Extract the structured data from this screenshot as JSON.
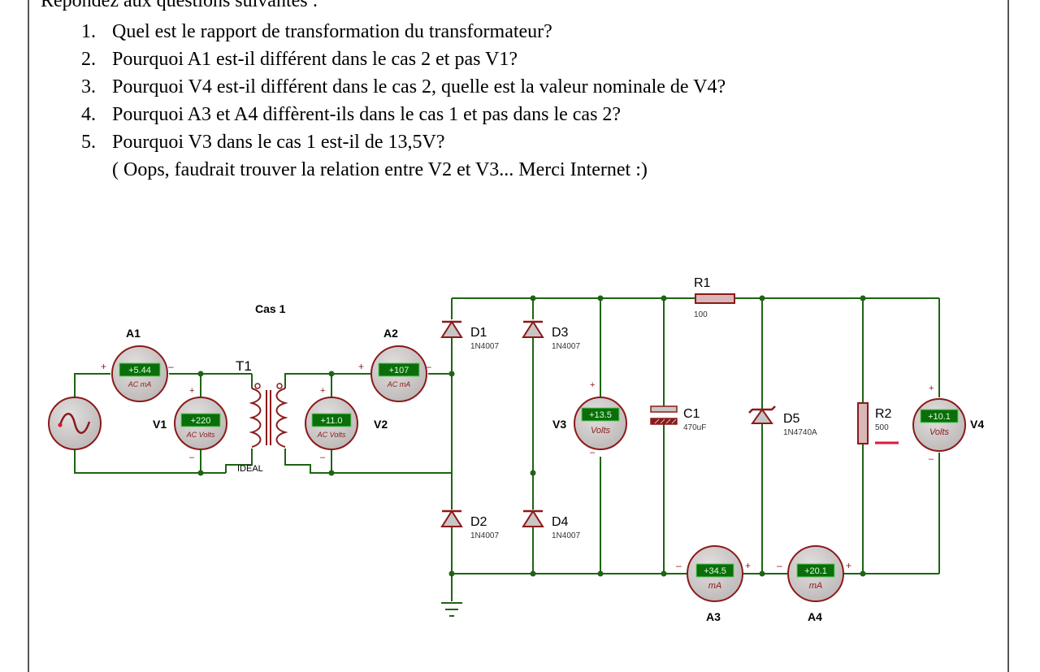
{
  "questions": {
    "intro": "Répondez aux questions suivantes :",
    "items": [
      {
        "num": "1.",
        "text": "Quel est le rapport de transformation du transformateur?"
      },
      {
        "num": "2.",
        "text": "Pourquoi A1 est-il différent dans le cas 2 et pas V1?"
      },
      {
        "num": "3.",
        "text": "Pourquoi V4 est-il différent dans le cas 2, quelle est la valeur nominale de V4?"
      },
      {
        "num": "4.",
        "text": "Pourquoi A3 et A4 diffèrent-ils dans le cas 1 et pas dans le cas 2?"
      },
      {
        "num": "5.",
        "text": "Pourquoi V3 dans le cas 1 est-il de 13,5V?"
      }
    ],
    "note": "( Oops, faudrait trouver la relation entre V2 et V3... Merci Internet :)"
  },
  "circuit": {
    "case_label": "Cas 1",
    "meters": {
      "A1": {
        "label": "A1",
        "value": "+5.44",
        "unit": "AC mA"
      },
      "V1": {
        "label": "V1",
        "value": "+220",
        "unit": "AC Volts"
      },
      "A2": {
        "label": "A2",
        "value": "+107",
        "unit": "AC mA"
      },
      "V2": {
        "label": "V2",
        "value": "+11.0",
        "unit": "AC Volts"
      },
      "V3": {
        "label": "V3",
        "value": "+13.5",
        "unit": "Volts"
      },
      "V4": {
        "label": "V4",
        "value": "+10.1",
        "unit": "Volts"
      },
      "A3": {
        "label": "A3",
        "value": "+34.5",
        "unit": "mA"
      },
      "A4": {
        "label": "A4",
        "value": "+20.1",
        "unit": "mA"
      }
    },
    "transformer": {
      "name": "T1",
      "type": "IDEAL"
    },
    "diodes": {
      "D1": {
        "name": "D1",
        "part": "1N4007"
      },
      "D2": {
        "name": "D2",
        "part": "1N4007"
      },
      "D3": {
        "name": "D3",
        "part": "1N4007"
      },
      "D4": {
        "name": "D4",
        "part": "1N4007"
      },
      "D5": {
        "name": "D5",
        "part": "1N4740A"
      }
    },
    "r1": {
      "name": "R1",
      "value": "100"
    },
    "r2": {
      "name": "R2",
      "value": "500"
    },
    "c1": {
      "name": "C1",
      "value": "470uF"
    },
    "signs": {
      "plus": "+",
      "minus": "–"
    },
    "colors": {
      "wire": "#1e6414",
      "component": "#8b1a1a",
      "component_fill": "#c9c5c5",
      "display_bg": "#0a6e0a",
      "display_text": "#dcffdc",
      "display_border": "#5fd05f",
      "resistor_fill": "#d8b8b8",
      "marker": "#d81a3a"
    }
  }
}
